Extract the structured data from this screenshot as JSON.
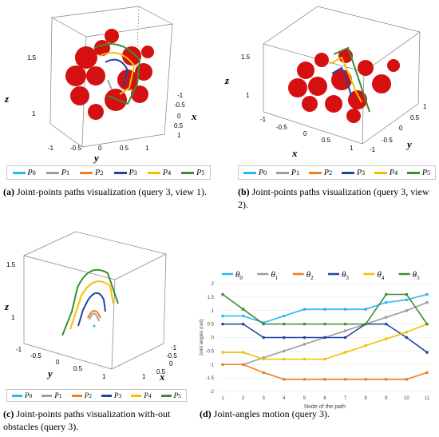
{
  "colors": {
    "P0": "#29b6f6",
    "P1": "#9e9e9e",
    "P2": "#ef7d22",
    "P3": "#1f45a0",
    "P4": "#f5c000",
    "P5": "#3a8f2f",
    "sphere": "#d41010",
    "box": "#808080"
  },
  "legend_p": [
    {
      "base": "P",
      "sub": "0",
      "color_key": "P0"
    },
    {
      "base": "P",
      "sub": "1",
      "color_key": "P1"
    },
    {
      "base": "P",
      "sub": "2",
      "color_key": "P2"
    },
    {
      "base": "P",
      "sub": "3",
      "color_key": "P3"
    },
    {
      "base": "P",
      "sub": "4",
      "color_key": "P4"
    },
    {
      "base": "P",
      "sub": "5",
      "color_key": "P5"
    }
  ],
  "panels": {
    "a": {
      "caption_tag": "(a)",
      "caption_text": " Joint-points paths visualization (query 3, view 1).",
      "z_ticks": [
        "1.5",
        "1"
      ],
      "y_ticks": [
        "-1",
        "-0.5",
        "0",
        "0.5",
        "1"
      ],
      "x_ticks": [
        "-1",
        "-0.5",
        "0",
        "0.5",
        "1"
      ],
      "z_label": "z",
      "y_label": "y",
      "x_label": "x"
    },
    "b": {
      "caption_tag": "(b)",
      "caption_text": " Joint-points paths visualization (query 3, view 2).",
      "z_ticks": [
        "1.5",
        "1"
      ],
      "x_ticks": [
        "-1",
        "-0.5",
        "0",
        "0.5",
        "1"
      ],
      "y_ticks": [
        "-1",
        "-0.5",
        "0",
        "0.5",
        "1"
      ],
      "z_label": "z",
      "x_label": "x",
      "y_label": "y"
    },
    "c": {
      "caption_tag": "(c)",
      "caption_text": " Joint-points paths visualization with-out obstacles (query 3).",
      "z_ticks": [
        "1.5",
        "1"
      ],
      "y_ticks": [
        "-1",
        "-0.5",
        "0",
        "0.5",
        "1"
      ],
      "x_ticks": [
        "-1",
        "-0.5",
        "0",
        "0.5",
        "1"
      ],
      "z_label": "z",
      "y_label": "y",
      "x_label": "x"
    },
    "d": {
      "caption_tag": "(d)",
      "caption_text": " Joint-angles motion (query 3)."
    }
  },
  "chart_data": {
    "type": "line",
    "title": "",
    "xlabel": "Node of the path",
    "ylabel": "Joint angles (rad)",
    "x": [
      1,
      2,
      3,
      4,
      5,
      6,
      7,
      8,
      9,
      10,
      11
    ],
    "ylim": [
      -2,
      2
    ],
    "y_ticks": [
      "2",
      "1.5",
      "1",
      "0.5",
      "0",
      "-0.5",
      "-1",
      "-1.5",
      "-2"
    ],
    "y_tick_values": [
      2,
      1.5,
      1,
      0.5,
      0,
      -0.5,
      -1,
      -1.5,
      -2
    ],
    "grid": true,
    "legend_position": "top",
    "series": [
      {
        "name": "θ0",
        "base": "θ",
        "sub": "0",
        "color_key": "P0",
        "values": [
          0.8,
          0.8,
          0.55,
          0.8,
          1.05,
          1.05,
          1.05,
          1.05,
          1.3,
          1.4,
          1.6
        ]
      },
      {
        "name": "θ1",
        "base": "θ",
        "sub": "1",
        "color_key": "P1",
        "values": [
          -1.0,
          -1.0,
          -0.75,
          -0.5,
          -0.25,
          0.0,
          0.25,
          0.5,
          0.75,
          1.0,
          1.3
        ]
      },
      {
        "name": "θ2",
        "base": "θ",
        "sub": "2",
        "color_key": "P2",
        "values": [
          -1.0,
          -1.0,
          -1.3,
          -1.55,
          -1.55,
          -1.55,
          -1.55,
          -1.55,
          -1.55,
          -1.55,
          -1.3
        ]
      },
      {
        "name": "θ3",
        "base": "θ",
        "sub": "3",
        "color_key": "P3",
        "values": [
          0.5,
          0.5,
          0.0,
          0.0,
          0.0,
          0.0,
          0.0,
          0.5,
          0.5,
          0.0,
          -0.55
        ]
      },
      {
        "name": "θ4",
        "base": "θ",
        "sub": "4",
        "color_key": "P4",
        "values": [
          -0.55,
          -0.55,
          -0.8,
          -0.8,
          -0.8,
          -0.8,
          -0.55,
          -0.3,
          -0.05,
          0.2,
          0.5
        ]
      },
      {
        "name": "θ5",
        "base": "θ",
        "sub": "5",
        "color_key": "P5",
        "values": [
          1.6,
          1.05,
          0.5,
          0.5,
          0.5,
          0.5,
          0.5,
          0.5,
          1.6,
          1.6,
          0.5
        ]
      }
    ]
  }
}
